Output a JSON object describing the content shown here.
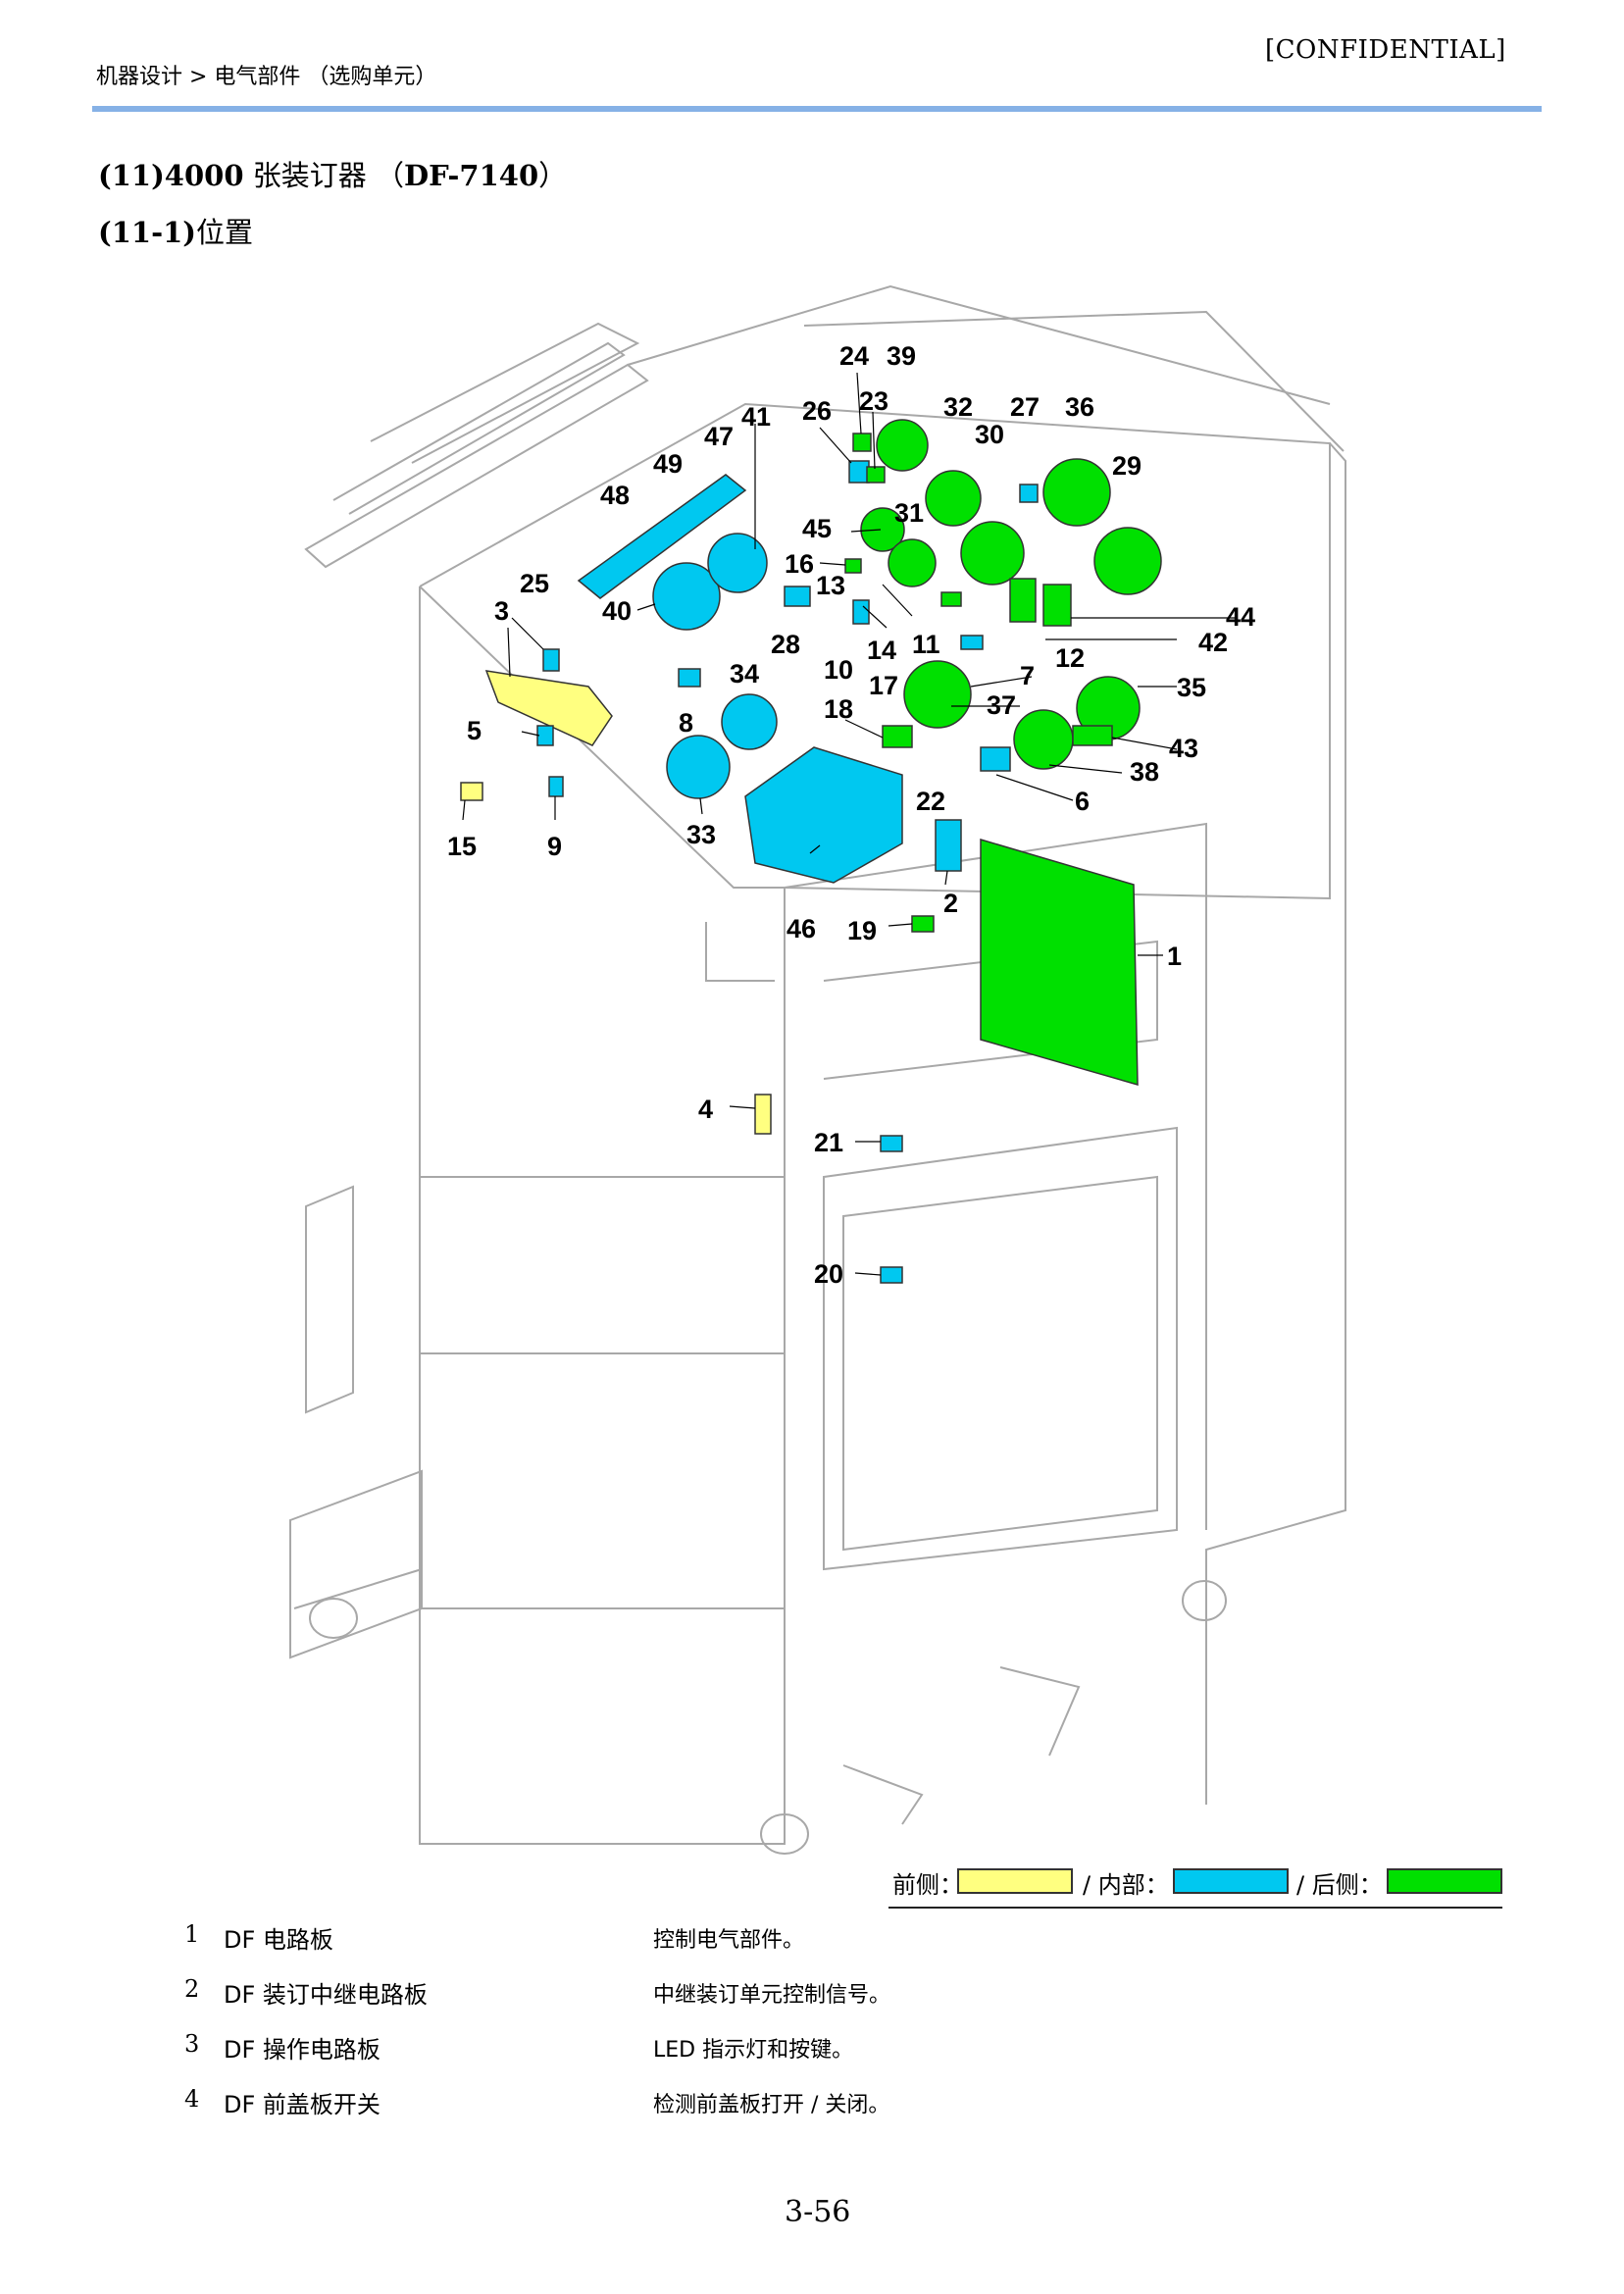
{
  "header": {
    "breadcrumb": "机器设计 > 电气部件 （选购单元）",
    "confidential": "[CONFIDENTIAL]"
  },
  "title": {
    "prefix": "(11)4000",
    "cjk": " 张装订器 （",
    "model": "DF-7140",
    "suffix": "）"
  },
  "subtitle": {
    "prefix": "(11-1)",
    "cjk": "位置"
  },
  "colors": {
    "front": "#ffff80",
    "internal": "#00c8f0",
    "rear": "#00e000"
  },
  "callouts": [
    "24",
    "39",
    "26",
    "23",
    "32",
    "27",
    "36",
    "47",
    "41",
    "30",
    "29",
    "49",
    "48",
    "45",
    "31",
    "25",
    "16",
    "13",
    "3",
    "40",
    "28",
    "10",
    "14",
    "11",
    "44",
    "42",
    "12",
    "7",
    "34",
    "35",
    "17",
    "37",
    "5",
    "8",
    "18",
    "43",
    "38",
    "22",
    "6",
    "15",
    "9",
    "33",
    "2",
    "46",
    "19",
    "1",
    "4",
    "21",
    "20"
  ],
  "legend": {
    "front": "前侧：",
    "internal": "/ 内部：",
    "rear": "/ 后侧："
  },
  "parts": [
    {
      "num": "1",
      "name": "DF 电路板",
      "desc": "控制电气部件。"
    },
    {
      "num": "2",
      "name": "DF 装订中继电路板",
      "desc": "中继装订单元控制信号。"
    },
    {
      "num": "3",
      "name": "DF 操作电路板",
      "desc": "LED 指示灯和按键。"
    },
    {
      "num": "4",
      "name": "DF 前盖板开关",
      "desc": "检测前盖板打开 / 关闭。"
    }
  ],
  "page_number": "3-56"
}
